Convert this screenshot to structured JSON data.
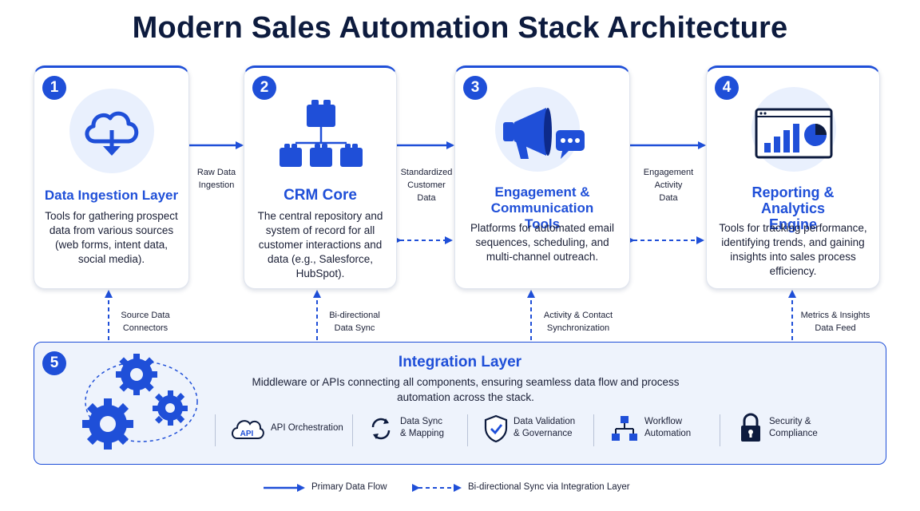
{
  "title": "Modern Sales Automation Stack Architecture",
  "cards": [
    {
      "number": "1",
      "title": "Data Ingestion Layer",
      "description": "Tools for gathering prospect data from various sources (web forms, intent data, social media)."
    },
    {
      "number": "2",
      "title": "CRM Core",
      "description": "The central repository and system of record for all customer interactions and data (e.g., Salesforce, HubSpot)."
    },
    {
      "number": "3",
      "title": "Engagement & Communication Tools",
      "description": "Platforms for automated email sequences, scheduling, and multi-channel outreach."
    },
    {
      "number": "4",
      "title": "Reporting & Analytics Engine",
      "description": "Tools for tracking performance, identifying trends, and gaining insights into sales process efficiency."
    }
  ],
  "flows": {
    "raw_data": "Raw Data\nIngestion",
    "standardized": "Standardized\nCustomer\nData",
    "engagement": "Engagement\nActivity\nData"
  },
  "connectors": {
    "source": "Source Data\nConnectors",
    "bidirectional": "Bi-directional\nData Sync",
    "activity": "Activity & Contact\nSynchronization",
    "metrics": "Metrics & Insights\nData Feed"
  },
  "integration": {
    "number": "5",
    "title": "Integration Layer",
    "description": "Middleware or APIs connecting all components, ensuring seamless data flow and process automation across the stack.",
    "features": [
      {
        "label": "API Orchestration",
        "icon": "api-cloud-icon",
        "icon_text": "API"
      },
      {
        "label": "Data Sync\n& Mapping",
        "icon": "sync-icon"
      },
      {
        "label": "Data Validation\n& Governance",
        "icon": "shield-check-icon"
      },
      {
        "label": "Workflow\nAutomation",
        "icon": "workflow-icon"
      },
      {
        "label": "Security &\nCompliance",
        "icon": "lock-icon"
      }
    ]
  },
  "legend": {
    "primary": "Primary Data Flow",
    "bidirectional": "Bi-directional Sync via Integration Layer"
  },
  "colors": {
    "accent": "#1f4fd8",
    "navy": "#0d1b3e",
    "light": "#e9f0fd"
  }
}
